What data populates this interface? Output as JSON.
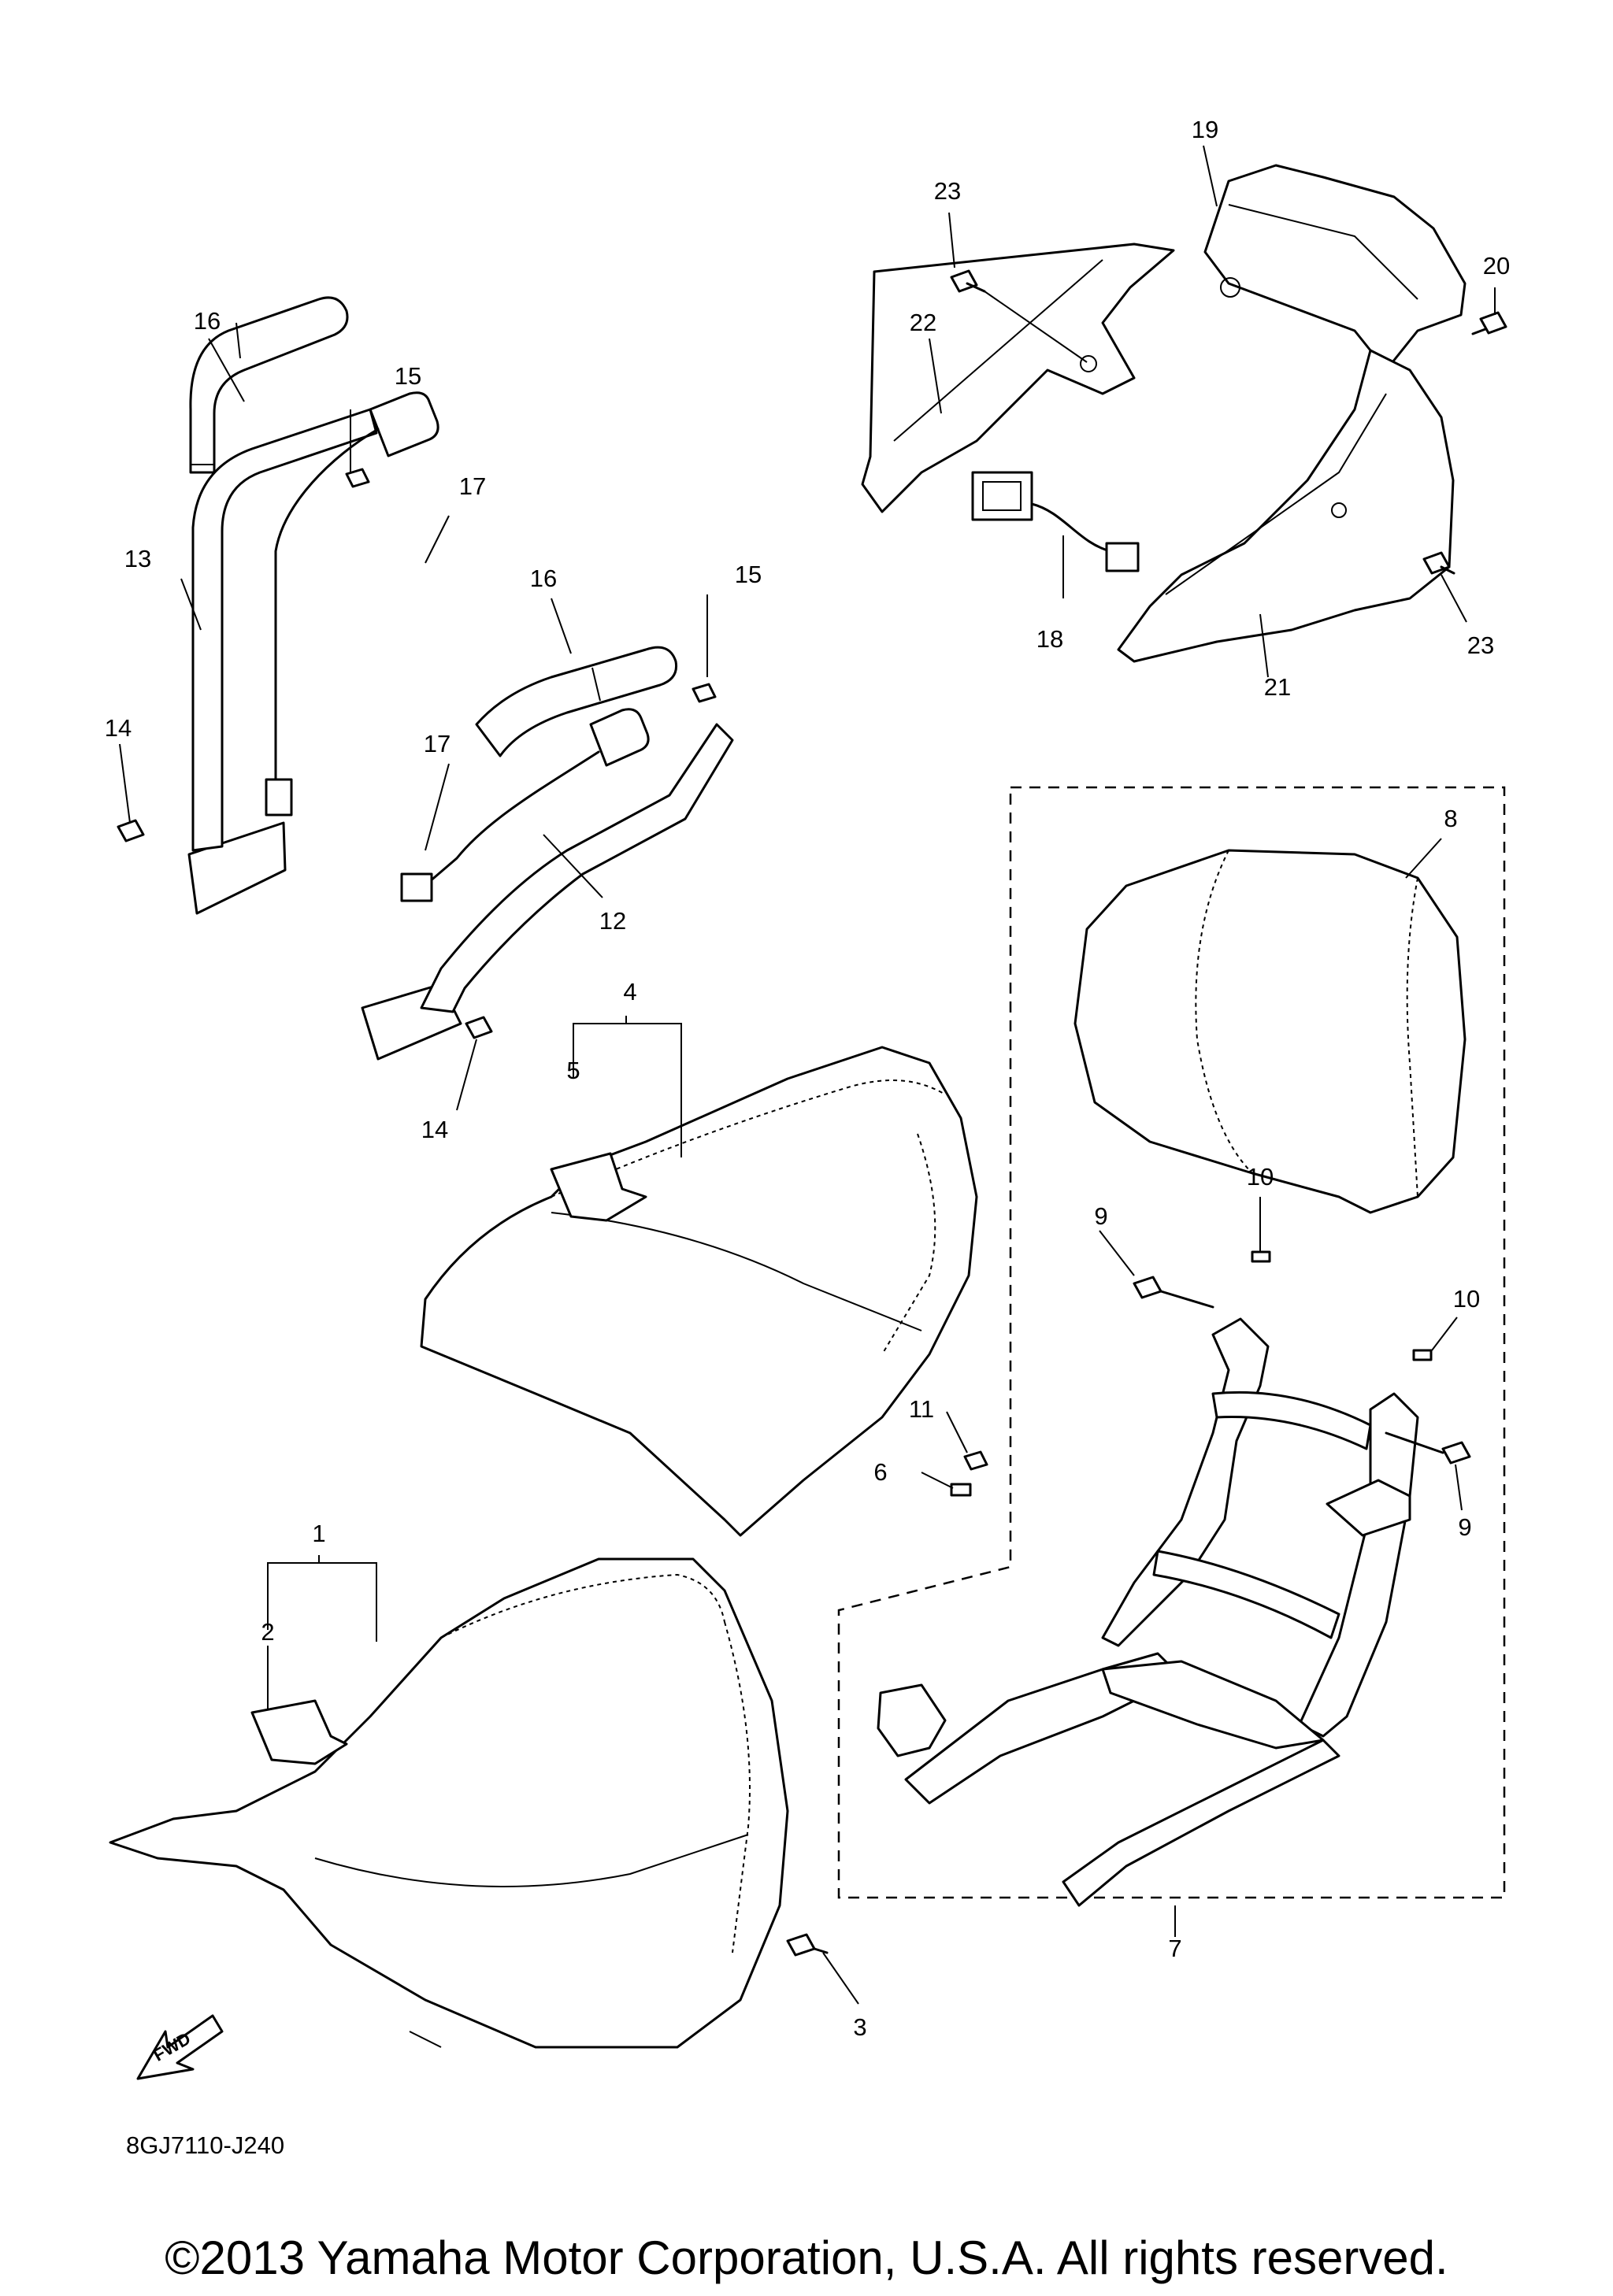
{
  "diagram_code": "8GJ7110-J240",
  "copyright": "©2013 Yamaha Motor Corporation, U.S.A. All rights reserved.",
  "fwd_label": "FWD",
  "callouts": [
    "1",
    "2",
    "3",
    "4",
    "5",
    "6",
    "7",
    "8",
    "9",
    "9",
    "10",
    "10",
    "11",
    "12",
    "13",
    "14",
    "14",
    "15",
    "15",
    "16",
    "16",
    "17",
    "17",
    "18",
    "19",
    "20",
    "21",
    "22",
    "23",
    "23"
  ]
}
